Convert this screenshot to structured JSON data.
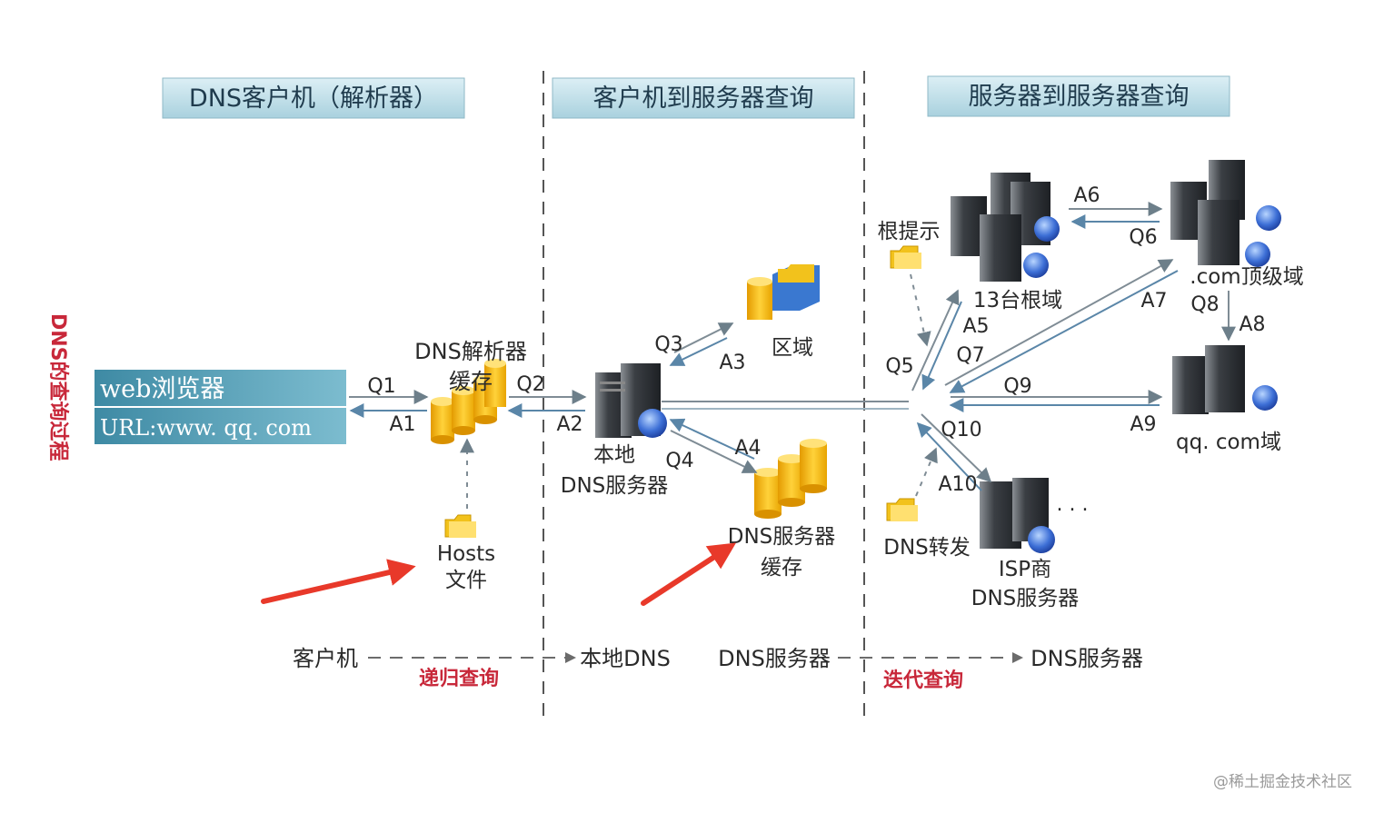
{
  "headers": {
    "client": "DNS客户机（解析器）",
    "client_to_server": "客户机到服务器查询",
    "server_to_server": "服务器到服务器查询"
  },
  "side_title": "DNS的查询过程",
  "browser": {
    "title": "web浏览器",
    "url": "URL:www. qq. com"
  },
  "nodes": {
    "resolver_cache": [
      "DNS解析器",
      "缓存"
    ],
    "hosts_file": [
      "Hosts",
      "文件"
    ],
    "local_dns": [
      "本地",
      "DNS服务器"
    ],
    "zone": "区域",
    "dns_cache": [
      "DNS服务器",
      "缓存"
    ],
    "root_hints": "根提示",
    "root_servers": "13台根域",
    "com_tld": ".com顶级域",
    "qq_domain": "qq. com域",
    "dns_forward": "DNS转发",
    "isp_dns": [
      "ISP商",
      "DNS服务器"
    ],
    "dots": ". . ."
  },
  "flow_labels": {
    "Q1": "Q1",
    "A1": "A1",
    "Q2": "Q2",
    "A2": "A2",
    "Q3": "Q3",
    "A3": "A3",
    "Q4": "Q4",
    "A4": "A4",
    "Q5": "Q5",
    "A5": "A5",
    "Q6": "Q6",
    "A6": "A6",
    "Q7": "Q7",
    "A7": "A7",
    "Q8": "Q8",
    "A8": "A8",
    "Q9": "Q9",
    "A9": "A9",
    "Q10": "Q10",
    "A10": "A10"
  },
  "bottom": {
    "client": "客户机",
    "local_dns": "本地DNS",
    "dns_server_1": "DNS服务器",
    "dns_server_2": "DNS服务器",
    "recursive": "递归查询",
    "iterative": "迭代查询"
  },
  "watermark": "@稀土掘金技术社区",
  "colors": {
    "header_fill": "#b9dbe6",
    "arrow_red": "#e8392a",
    "label_red": "#c8283a",
    "browser_fill": "#4f9bb3",
    "line": "#7f8c95",
    "db_yellow": "#f2b705"
  }
}
